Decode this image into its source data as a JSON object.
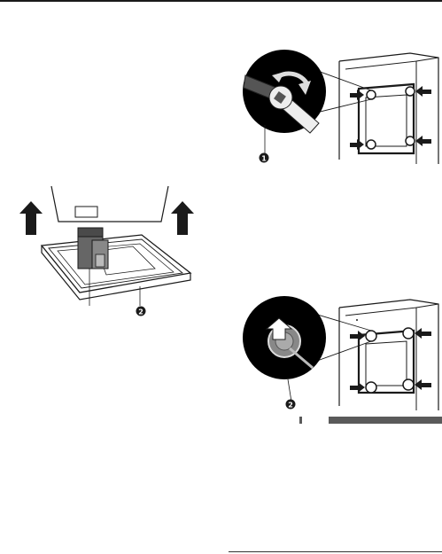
{
  "figures": {
    "remove_base": {
      "callout": "2"
    },
    "unscrew_bolts": {
      "callout": "1"
    },
    "insert_caps": {
      "callout": "2"
    }
  },
  "colors": {
    "ink": "#1a1a1a",
    "bar": "#5a5a5a",
    "highlight": "#000000",
    "part_fill": "#666666"
  },
  "icons": [
    "up-arrow-icon",
    "wrench-icon",
    "rotate-arrow-icon",
    "push-arrow-icon",
    "pointer-arrow-icon"
  ]
}
